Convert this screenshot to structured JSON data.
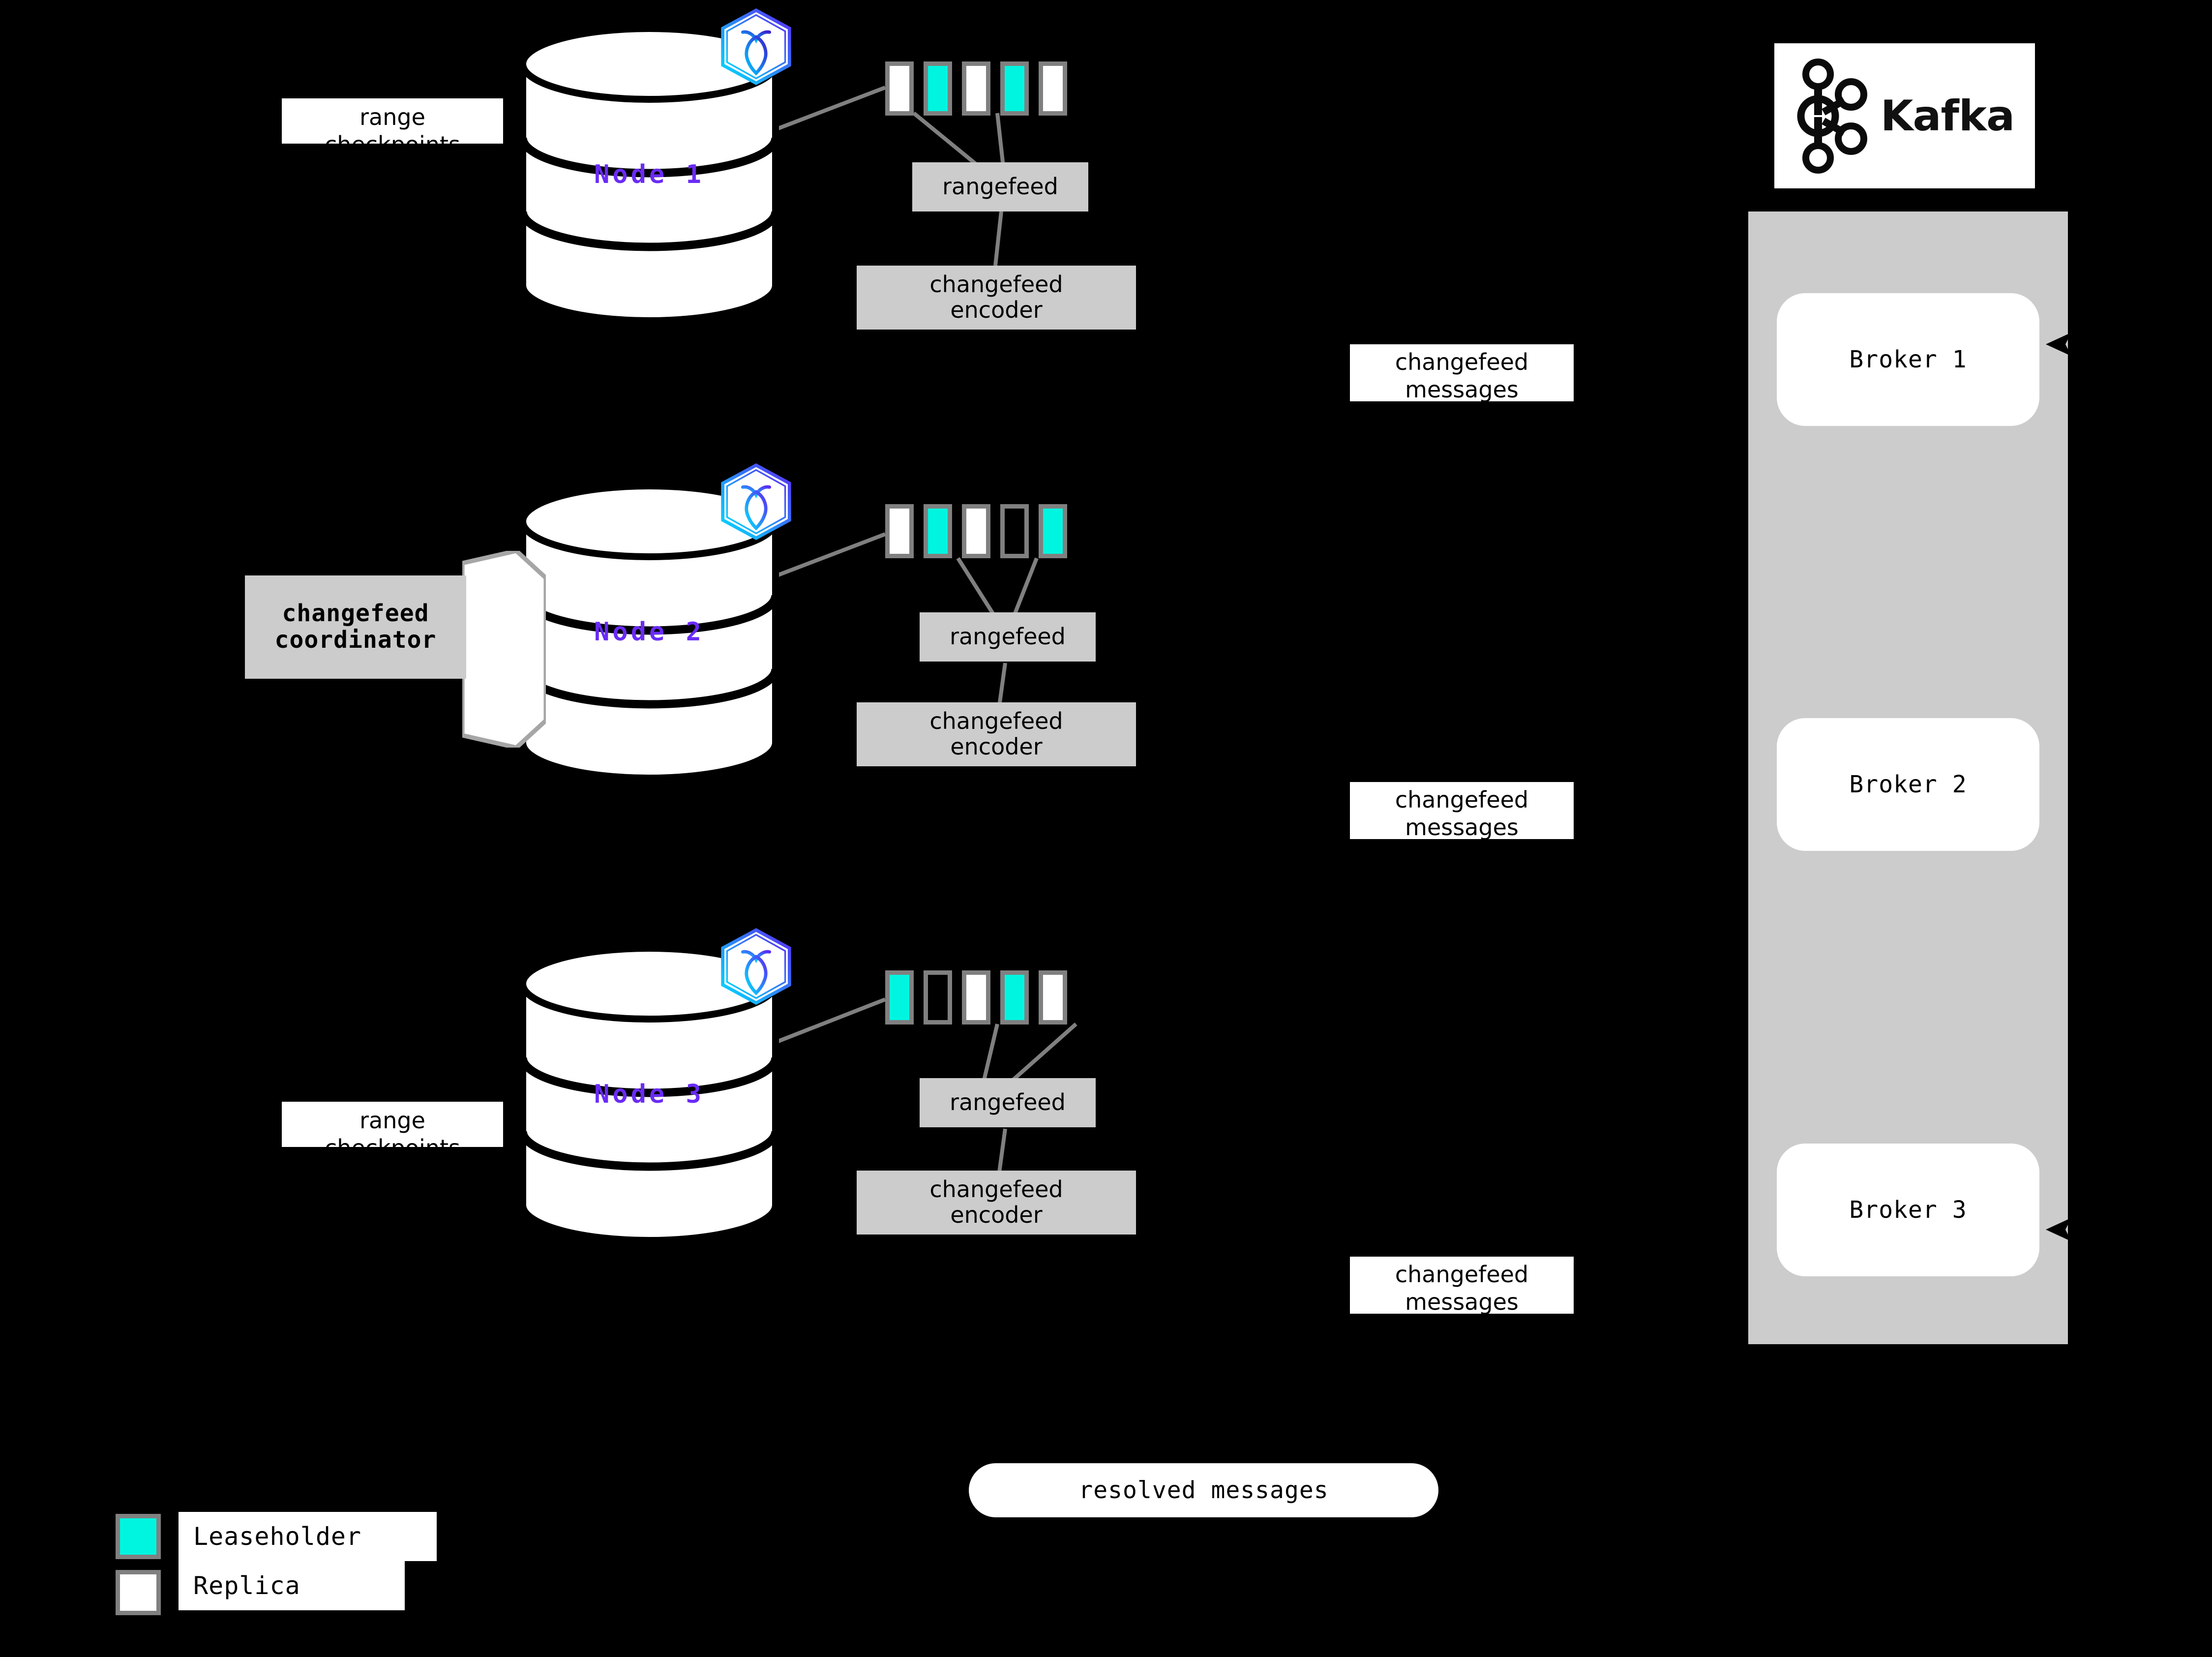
{
  "background": "#000000",
  "colors": {
    "leaseholder": "#00F5E0",
    "replica": "#FFFFFF",
    "box_gray": "#CCCCCC",
    "border_gray": "#808080",
    "node_purple": "#6A2BF5",
    "wire_gray": "#808080"
  },
  "nodes": [
    {
      "label": "Node 1",
      "logo_icon": "cockroachdb-logo-icon",
      "ranges": [
        "replica",
        "leaseholder",
        "replica",
        "leaseholder",
        "replica"
      ],
      "rangefeed_label": "rangefeed",
      "encoder_label": "changefeed\nencoder",
      "side_label": "range\ncheckpoints"
    },
    {
      "label": "Node 2",
      "logo_icon": "cockroachdb-logo-icon",
      "ranges": [
        "replica",
        "leaseholder",
        "replica",
        "empty",
        "leaseholder"
      ],
      "rangefeed_label": "rangefeed",
      "encoder_label": "changefeed\nencoder",
      "side_label": "changefeed\ncoordinator"
    },
    {
      "label": "Node 3",
      "logo_icon": "cockroachdb-logo-icon",
      "ranges": [
        "leaseholder",
        "empty",
        "replica",
        "leaseholder",
        "replica"
      ],
      "rangefeed_label": "rangefeed",
      "encoder_label": "changefeed\nencoder",
      "side_label": "range\ncheckpoints"
    }
  ],
  "messages": [
    {
      "text": "changefeed\nmessages"
    },
    {
      "text": "changefeed\nmessages"
    },
    {
      "text": "changefeed\nmessages"
    }
  ],
  "kafka": {
    "name": "Kafka",
    "logo_icon": "kafka-logo-icon",
    "brokers": [
      "Broker 1",
      "Broker 2",
      "Broker 3"
    ]
  },
  "resolved": {
    "label": "resolved messages"
  },
  "legend": [
    {
      "swatch": "leaseholder",
      "label": "Leaseholder"
    },
    {
      "swatch": "replica",
      "label": "Replica"
    }
  ]
}
